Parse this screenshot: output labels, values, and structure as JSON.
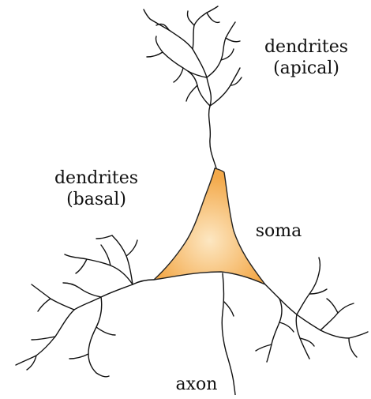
{
  "labels": {
    "apical_line1": "dendrites",
    "apical_line2": "(apical)",
    "basal_line1": "dendrites",
    "basal_line2": "(basal)",
    "soma": "soma",
    "axon": "axon"
  },
  "colors": {
    "soma_light": "#fde7c2",
    "soma_dark": "#f3a94a",
    "soma_edge": "#222222",
    "branch": "#111111"
  }
}
